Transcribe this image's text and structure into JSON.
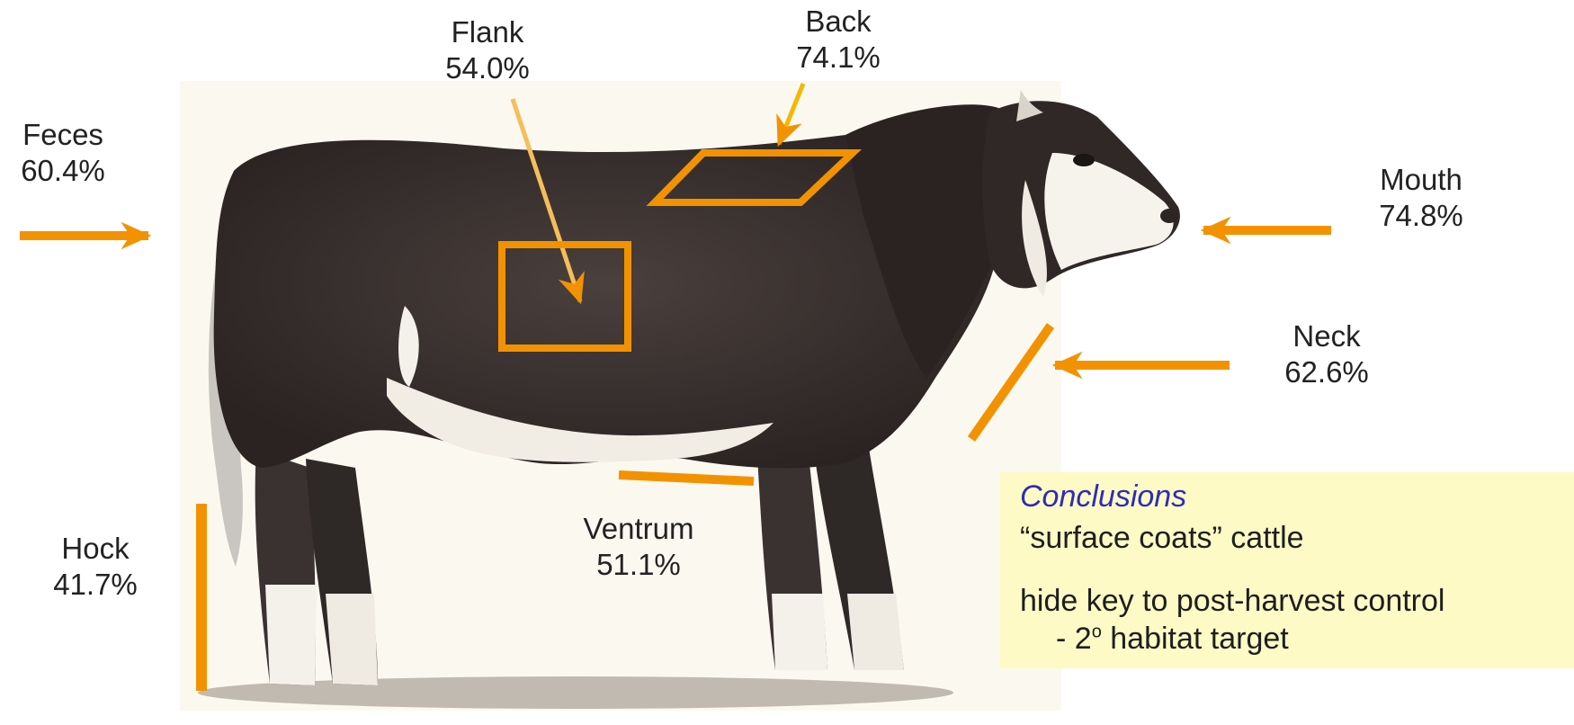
{
  "labels": {
    "feces": {
      "name": "Feces",
      "value": "60.4%"
    },
    "flank": {
      "name": "Flank",
      "value": "54.0%"
    },
    "back": {
      "name": "Back",
      "value": "74.1%"
    },
    "mouth": {
      "name": "Mouth",
      "value": "74.8%"
    },
    "neck": {
      "name": "Neck",
      "value": "62.6%"
    },
    "ventrum": {
      "name": "Ventrum",
      "value": "51.1%"
    },
    "hock": {
      "name": "Hock",
      "value": "41.7%"
    }
  },
  "conclusions": {
    "title": "Conclusions",
    "line1": "“surface coats” cattle",
    "line2": "hide key to post-harvest control",
    "line3_prefix": "- 2",
    "line3_sup": "o",
    "line3_suffix": " habitat target"
  },
  "colors": {
    "marker": "#f39200",
    "cow_body": "#3b3332",
    "cow_white": "#f4f1ea",
    "box_bg": "#fdfac5",
    "conclusions_title": "#2d2db5"
  }
}
